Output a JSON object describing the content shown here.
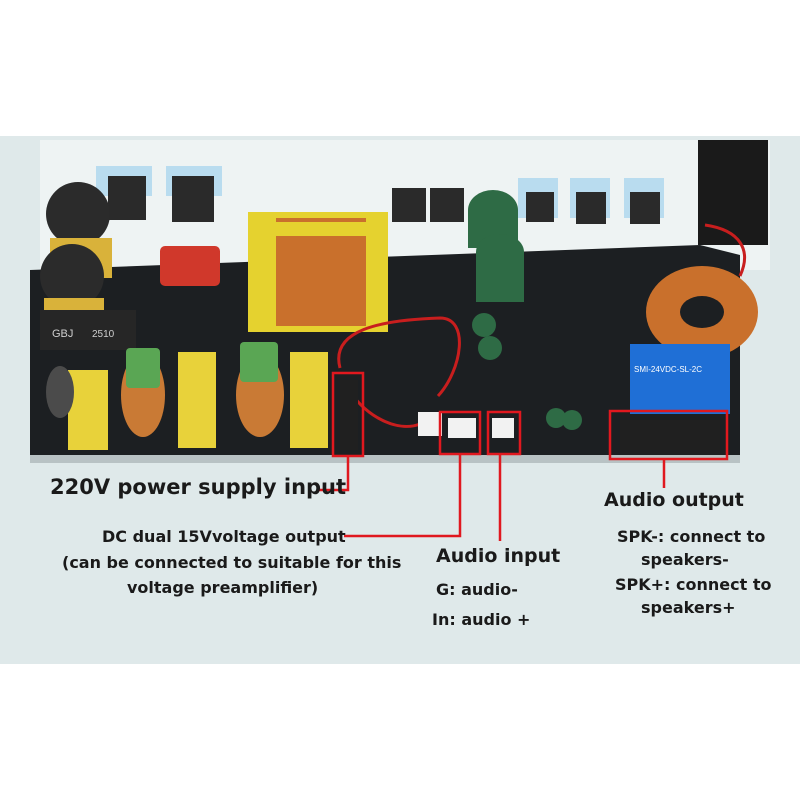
{
  "board": {
    "silkscreen": {
      "bridge": "GBJ",
      "bridge_part": "2510",
      "relay": "SMI-24VDC-SL-2C"
    }
  },
  "callouts": {
    "power_input": "220V power supply input",
    "dc_output": {
      "line1": "DC dual 15Vvoltage output",
      "line2": "(can be connected to suitable for this",
      "line3": "voltage preamplifier)"
    },
    "audio_input": {
      "title": "Audio input",
      "g": "G: audio-",
      "in": "In: audio +"
    },
    "audio_output": {
      "title": "Audio output",
      "spk_minus_1": "SPK-: connect to",
      "spk_minus_2": "speakers-",
      "spk_plus_1": "SPK+: connect to",
      "spk_plus_2": "speakers+"
    }
  },
  "colors": {
    "callout_red": "#e0181f",
    "pcb": "#1c1f22",
    "background_panel": "#dfe9ea",
    "relay": "#1f6fd6",
    "copper": "#c9702c"
  }
}
